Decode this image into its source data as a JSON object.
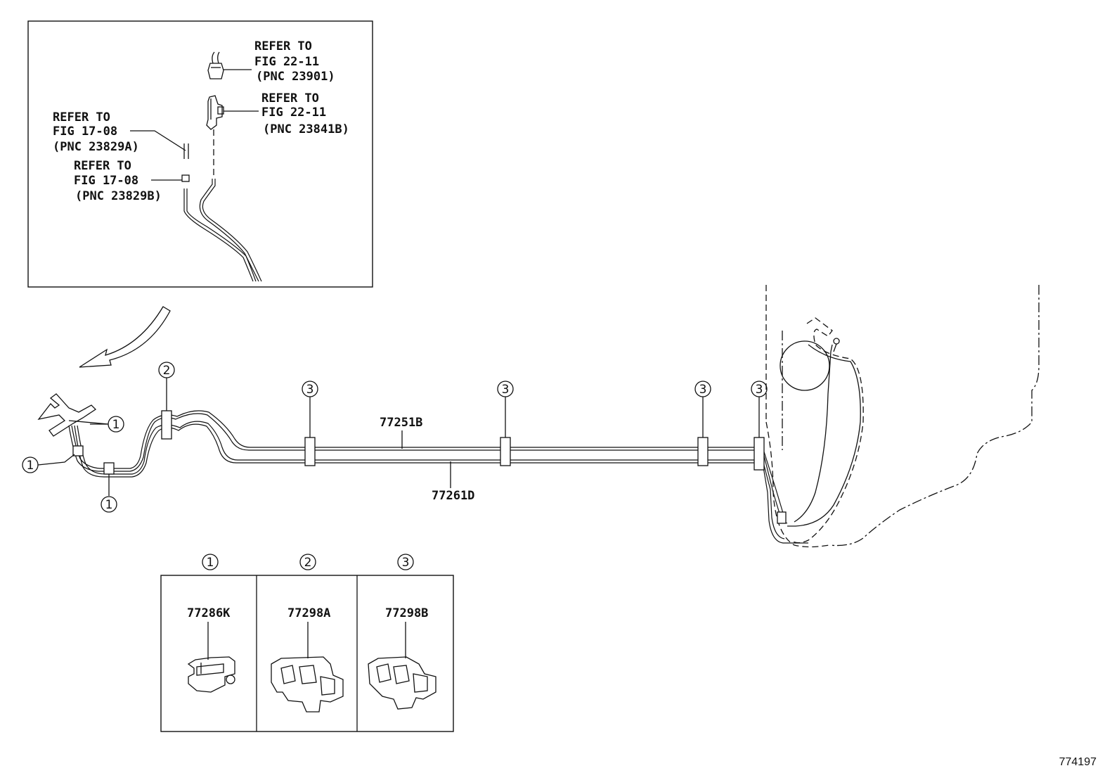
{
  "inset": {
    "callouts": [
      {
        "refer": "REFER TO",
        "fig": "FIG 22-11",
        "pnc": "(PNC 23901)"
      },
      {
        "refer": "REFER TO",
        "fig": "FIG 22-11",
        "pnc": "(PNC 23841B)"
      },
      {
        "refer": "REFER TO",
        "fig": "FIG 17-08",
        "pnc": "(PNC 23829A)"
      },
      {
        "refer": "REFER TO",
        "fig": "FIG 17-08",
        "pnc": "(PNC 23829B)"
      }
    ]
  },
  "markers": {
    "one": "1",
    "two": "2",
    "three": "3"
  },
  "pipes": {
    "upper": "77251B",
    "lower": "77261D"
  },
  "legend": {
    "columns": [
      {
        "marker": "1",
        "part": "77286K"
      },
      {
        "marker": "2",
        "part": "77298A"
      },
      {
        "marker": "3",
        "part": "77298B"
      }
    ]
  },
  "figure_number": "774197"
}
